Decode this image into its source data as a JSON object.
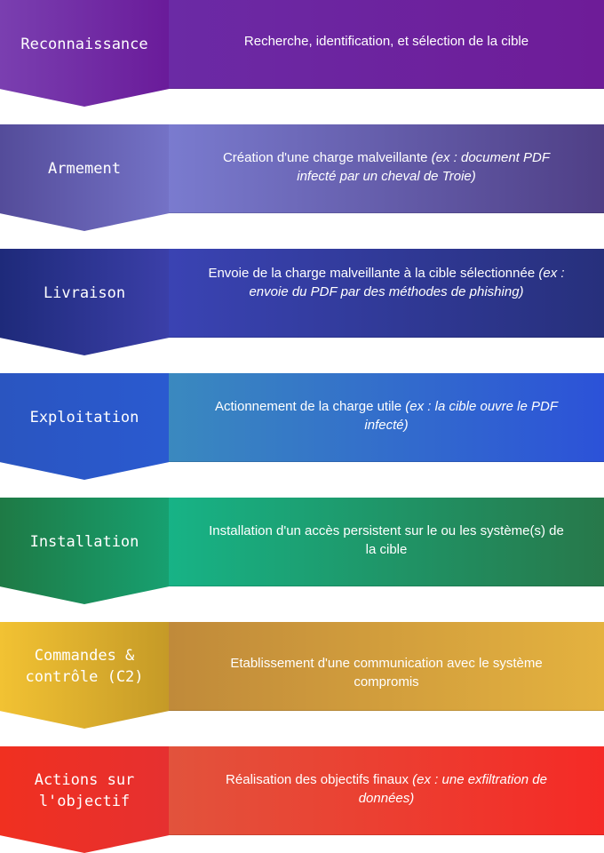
{
  "stages": [
    {
      "name": "Reconnaissance",
      "desc": "Recherche, identification, et sélection de la cible",
      "example": "",
      "colors": {
        "chevron": [
          "#7a3fb0",
          "#6a1b9a"
        ],
        "panel": [
          "#6b2aa5",
          "#6e1c98"
        ]
      }
    },
    {
      "name": "Armement",
      "desc": "Création d'une charge malveillante ",
      "example": "(ex : document PDF infecté par un cheval de Troie)",
      "colors": {
        "chevron": [
          "#544c9a",
          "#7472c6"
        ],
        "panel": [
          "#7a7bcf",
          "#4f3f86"
        ]
      }
    },
    {
      "name": "Livraison",
      "desc": "Envoie de la charge malveillante à la cible sélectionnée ",
      "example": "(ex : envoie du PDF par des méthodes de phishing)",
      "colors": {
        "chevron": [
          "#1e2a7a",
          "#3b3fa8"
        ],
        "panel": [
          "#3a43b3",
          "#27307c"
        ]
      }
    },
    {
      "name": "Exploitation",
      "desc": "Actionnement de la charge utile ",
      "example": "(ex : la cible ouvre le PDF infecté)",
      "colors": {
        "chevron": [
          "#2a55c0",
          "#2a5ad0"
        ],
        "panel": [
          "#3a89bf",
          "#2c52d8"
        ]
      }
    },
    {
      "name": "Installation",
      "desc": "Installation d'un accès persistent sur le ou les système(s) de la cible",
      "example": "",
      "colors": {
        "chevron": [
          "#1e7a45",
          "#17a070"
        ],
        "panel": [
          "#17b386",
          "#27784a"
        ]
      }
    },
    {
      "name": "Commandes &\ncontrôle (C2)",
      "desc": "Etablissement d'une communication avec le système compromis",
      "example": "",
      "colors": {
        "chevron": [
          "#f2c233",
          "#c59a27"
        ],
        "panel": [
          "#c08a3a",
          "#e4b23f"
        ]
      }
    },
    {
      "name": "Actions sur\nl'objectif",
      "desc": "Réalisation des objectifs finaux ",
      "example": "(ex : une exfiltration de données)",
      "colors": {
        "chevron": [
          "#f03020",
          "#e63030"
        ],
        "panel": [
          "#e2533c",
          "#f52a26"
        ]
      }
    }
  ]
}
